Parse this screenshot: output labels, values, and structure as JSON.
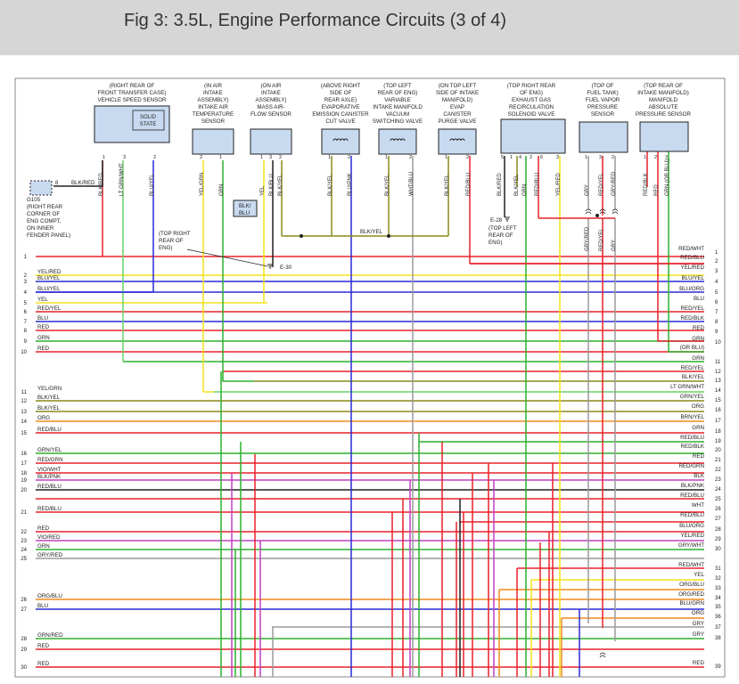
{
  "title": "Fig 3: 3.5L, Engine Performance Circuits (3 of 4)",
  "components": {
    "vss": {
      "label_lines": [
        "(RIGHT REAR OF",
        "FRONT TRANSFER CASE)",
        "VEHICLE SPEED SENSOR"
      ],
      "inner": [
        "SOLID",
        "STATE"
      ],
      "pins": [
        "1",
        "3",
        "2"
      ]
    },
    "iat": {
      "label_lines": [
        "(IN AIR",
        "INTAKE",
        "ASSEMBLY)",
        "INTAKE AIR",
        "TEMPERATURE",
        "SENSOR"
      ],
      "pins": [
        "2",
        "1"
      ]
    },
    "maf": {
      "label_lines": [
        "(ON AIR",
        "INTAKE",
        "ASSEMBLY)",
        "MASS AIR-",
        "FLOW SENSOR"
      ],
      "pins": [
        "1",
        "3",
        "2"
      ]
    },
    "evap_cut": {
      "label_lines": [
        "(ABOVE RIGHT",
        "SIDE OF",
        "REAR AXLE)",
        "EVAPORATIVE",
        "EMISSION CANISTER",
        "CUT VALVE"
      ],
      "pins": [
        "1",
        "2"
      ]
    },
    "vacuum_switch": {
      "label_lines": [
        "(TOP LEFT",
        "REAR OF ENG)",
        "VARIABLE",
        "INTAKE MANIFOLD",
        "VACUUM",
        "SWITCHING VALVE"
      ],
      "pins": [
        "1",
        "2"
      ]
    },
    "purge": {
      "label_lines": [
        "(ON TOP LEFT",
        "SIDE OF INTAKE",
        "MANIFOLD)",
        "EVAP",
        "CANISTER",
        "PURGE VALVE"
      ],
      "pins": [
        "1",
        "2"
      ]
    },
    "egr": {
      "label_lines": [
        "(TOP RIGHT REAR",
        "OF ENG)",
        "EXHAUST GAS",
        "RECIRCULATION",
        "SOLENOID VALVE"
      ],
      "pins": [
        "5",
        "1",
        "4",
        "2",
        "6",
        "3"
      ]
    },
    "fuel_vapor": {
      "label_lines": [
        "(TOP OF",
        "FUEL TANK)",
        "FUEL VAPOR",
        "PRESSURE",
        "SENSOR"
      ],
      "pins": [
        "1",
        "3",
        "2"
      ]
    },
    "map": {
      "label_lines": [
        "(TOP REAR OF",
        "INTAKE MANIFOLD)",
        "MANIFOLD",
        "ABSOLUTE",
        "PRESSURE SENSOR"
      ],
      "pins": [
        "1",
        "2",
        "3"
      ]
    },
    "g105": {
      "label_lines": [
        "G105",
        "(RIGHT REAR",
        "CORNER OF",
        "ENG COMPT,",
        "ON INNER",
        "FENDER PANEL)"
      ],
      "pin": "8",
      "wire": "BLK/RED"
    },
    "e30": {
      "label_lines": [
        "(TOP RIGHT",
        "REAR OF",
        "ENG)"
      ],
      "name": "E-30"
    },
    "e28": {
      "label_lines": [
        "(TOP LEFT",
        "REAR OF",
        "ENG)"
      ],
      "name": "E-28"
    },
    "blkblu_tag": [
      "BLK/",
      "BLU"
    ],
    "blkyel_bus": "BLK/YEL",
    "vert_labels": {
      "vss": [
        "BLK/RED",
        "LT GRN/WHT",
        "BLU/YEL"
      ],
      "iat": [
        "YEL/GRN",
        "GRN"
      ],
      "maf": [
        "YEL",
        "BLK/BLU",
        "BLK/YEL"
      ],
      "evap_cut": [
        "BLK/YEL",
        "BLU/PNK"
      ],
      "vacuum_switch": [
        "BLK/YEL",
        "WHT/BLU"
      ],
      "purge": [
        "BLK/YEL",
        "RED/BLU"
      ],
      "egr_a": [
        "BLK/RED",
        "BLK/YEL"
      ],
      "egr_b": [
        "GRN",
        "RED/BLU",
        "YEL/RED"
      ],
      "fuel_vapor": [
        "GRY",
        "RED/YEL",
        "GRY/RED"
      ],
      "fuel_vapor_low": [
        "GRY/RED",
        "RED/YEL",
        "GRY"
      ],
      "map": [
        "RED/BLK",
        "RED",
        "GRN (OR BLU)"
      ]
    }
  },
  "left_rows": [
    {
      "pin": "1",
      "label": ""
    },
    {
      "pin": "2",
      "label": "YEL/RED"
    },
    {
      "pin": "3",
      "label": "BLU/YEL"
    },
    {
      "pin": "4",
      "label": "BLU/YEL"
    },
    {
      "pin": "5",
      "label": "YEL"
    },
    {
      "pin": "6",
      "label": "RED/YEL"
    },
    {
      "pin": "7",
      "label": "BLU"
    },
    {
      "pin": "8",
      "label": "RED"
    },
    {
      "pin": "9",
      "label": "GRN"
    },
    {
      "pin": "10",
      "label": "RED"
    },
    {
      "pin": "11",
      "label": "YEL/GRN"
    },
    {
      "pin": "12",
      "label": "BLK/YEL"
    },
    {
      "pin": "13",
      "label": "BLK/YEL"
    },
    {
      "pin": "14",
      "label": "ORG"
    },
    {
      "pin": "15",
      "label": "RED/BLU"
    },
    {
      "pin": "16",
      "label": "GRN/YEL"
    },
    {
      "pin": "17",
      "label": "RED/GRN"
    },
    {
      "pin": "18",
      "label": "VIO/WHT"
    },
    {
      "pin": "19",
      "label": "BLK/PNK"
    },
    {
      "pin": "20",
      "label": "RED/BLU"
    },
    {
      "pin": "21",
      "label": "RED/BLU"
    },
    {
      "pin": "22",
      "label": "RED"
    },
    {
      "pin": "23",
      "label": "VIO/RED"
    },
    {
      "pin": "24",
      "label": "GRN"
    },
    {
      "pin": "25",
      "label": "GRY/RED"
    },
    {
      "pin": "26",
      "label": "ORG/BLU"
    },
    {
      "pin": "27",
      "label": "BLU"
    },
    {
      "pin": "28",
      "label": "GRN/RED"
    },
    {
      "pin": "29",
      "label": "RED"
    },
    {
      "pin": "30",
      "label": "RED"
    }
  ],
  "right_rows": [
    {
      "pin": "1",
      "label": "RED/WHT"
    },
    {
      "pin": "2",
      "label": "RED/BLU"
    },
    {
      "pin": "3",
      "label": "YEL/RED"
    },
    {
      "pin": "4",
      "label": "BLU/YEL"
    },
    {
      "pin": "5",
      "label": "BLU/ORG"
    },
    {
      "pin": "6",
      "label": "BLU"
    },
    {
      "pin": "7",
      "label": "RED/YEL"
    },
    {
      "pin": "8",
      "label": "RED/BLK"
    },
    {
      "pin": "9",
      "label": "RED"
    },
    {
      "pin": "10",
      "label": "GRN"
    },
    {
      "pin": "10b",
      "label": "(OR BLU)"
    },
    {
      "pin": "11",
      "label": "GRN"
    },
    {
      "pin": "12",
      "label": "RED/YEL"
    },
    {
      "pin": "13",
      "label": "BLK/YEL"
    },
    {
      "pin": "14",
      "label": "LT GRN/WHT"
    },
    {
      "pin": "15",
      "label": "GRN/YEL"
    },
    {
      "pin": "16",
      "label": "ORG"
    },
    {
      "pin": "17",
      "label": "BRN/YEL"
    },
    {
      "pin": "18",
      "label": "GRN"
    },
    {
      "pin": "19",
      "label": "RED/BLU"
    },
    {
      "pin": "20",
      "label": "RED/BLK"
    },
    {
      "pin": "21",
      "label": "RED"
    },
    {
      "pin": "22",
      "label": "RED/GRN"
    },
    {
      "pin": "23",
      "label": "BLK"
    },
    {
      "pin": "24",
      "label": "BLK/PNK"
    },
    {
      "pin": "25",
      "label": "RED/BLU"
    },
    {
      "pin": "26",
      "label": "WHT"
    },
    {
      "pin": "27",
      "label": "RED/BLU"
    },
    {
      "pin": "28",
      "label": "BLU/ORG"
    },
    {
      "pin": "29",
      "label": "YEL/RED"
    },
    {
      "pin": "30",
      "label": "GRY/WHT"
    },
    {
      "pin": "31",
      "label": "RED/WHT"
    },
    {
      "pin": "32",
      "label": "YEL"
    },
    {
      "pin": "33",
      "label": "ORG/BLU"
    },
    {
      "pin": "34",
      "label": "ORG/RED"
    },
    {
      "pin": "35",
      "label": "BLU/GRN"
    },
    {
      "pin": "36",
      "label": "ORG"
    },
    {
      "pin": "37",
      "label": "GRY"
    },
    {
      "pin": "38",
      "label": "GRY"
    },
    {
      "pin": "39",
      "label": "RED"
    }
  ],
  "colors": {
    "RED": "#e8202a",
    "YEL": "#f2e21c",
    "BLU": "#2a2ad6",
    "GRN": "#2db02d",
    "BLK": "#202020",
    "ORG": "#f08a1e",
    "WHT": "#bbbbbb",
    "GRY": "#9a9a9a",
    "VIO": "#c040c0",
    "PNK": "#f07ab0",
    "LGRN": "#6ad26a",
    "BRN": "#9a6a2a",
    "OLIVE": "#8a8a1a"
  }
}
